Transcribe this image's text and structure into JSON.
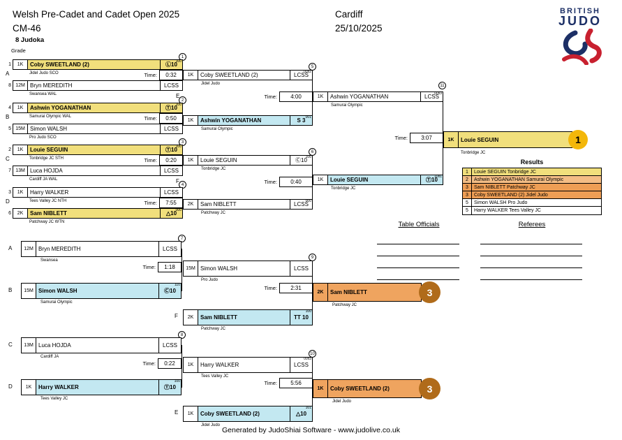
{
  "header": {
    "title": "Welsh Pre-Cadet and Cadet Open 2025",
    "category": "CM-46",
    "city": "Cardiff",
    "date": "25/10/2025",
    "count": "8 Judoka",
    "grade": "Grade"
  },
  "logo": {
    "top": "BRITISH",
    "bottom": "JUDO"
  },
  "tl": "Time:",
  "seeds": [
    "1",
    "8",
    "4",
    "5",
    "2",
    "7",
    "3",
    "6"
  ],
  "letters": [
    "A",
    "B",
    "C",
    "D",
    "E",
    "F",
    "A",
    "B",
    "F",
    "C",
    "D",
    "E"
  ],
  "nums": [
    "1",
    "2",
    "3",
    "4",
    "5",
    "6",
    "11",
    "7",
    "9",
    "8",
    "10"
  ],
  "times": [
    "0:32",
    "0:50",
    "0:20",
    "7:55",
    "4:00",
    "0:40",
    "3:07",
    "1:18",
    "2:31",
    "0:22",
    "5:56"
  ],
  "slots": [
    {
      "w": "1K",
      "n": "Coby SWEETLAND (2)",
      "s": "Ⓛ10",
      "x": "100",
      "c": "Jidel Judo SCO"
    },
    {
      "w": "12M",
      "n": "Bryn MEREDITH",
      "s": "LCSS",
      "x": "",
      "c": "Swansea WAL"
    },
    {
      "w": "1K",
      "n": "Ashwin YOGANATHAN",
      "s": "Ⓣ10",
      "x": "100",
      "c": "Samurai Olympic WAL"
    },
    {
      "w": "15M",
      "n": "Simon WALSH",
      "s": "LCSS",
      "x": "",
      "c": "Pro Judo SCO"
    },
    {
      "w": "1K",
      "n": "Louie SEGUIN",
      "s": "Ⓣ10",
      "x": "100",
      "c": "Tonbridge JC STH"
    },
    {
      "w": "13M",
      "n": "Luca HOJDA",
      "s": "LCSS",
      "x": "",
      "c": "Cardiff JA WAL"
    },
    {
      "w": "1K",
      "n": "Harry WALKER",
      "s": "LCSS",
      "x": "",
      "c": "Tees Valley JC NTH"
    },
    {
      "w": "2K",
      "n": "Sam NIBLETT",
      "s": "△10",
      "x": "000",
      "c": "Patchway JC WTN"
    },
    {
      "w": "1K",
      "n": "Coby SWEETLAND (2)",
      "s": "LCSS",
      "x": "00x2",
      "c": "Jidel Judo"
    },
    {
      "w": "1K",
      "n": "Ashwin YOGANATHAN",
      "s": "S 3",
      "x": "001",
      "c": "Samurai Olympic"
    },
    {
      "w": "1K",
      "n": "Louie SEGUIN",
      "s": "Ⓒ10",
      "x": "100",
      "c": "Tonbridge JC"
    },
    {
      "w": "2K",
      "n": "Sam NIBLETT",
      "s": "LCSS",
      "x": "000",
      "c": "Patchway JC"
    },
    {
      "w": "1K",
      "n": "Ashwin YOGANATHAN",
      "s": "LCSS",
      "x": "00x3",
      "c": "Samurai Olympic"
    },
    {
      "w": "1K",
      "n": "Louie SEGUIN",
      "s": "Ⓣ10",
      "x": "10x1",
      "c": "Tonbridge JC"
    },
    {
      "w": "12M",
      "n": "Bryn MEREDITH",
      "s": "LCSS",
      "x": "",
      "c": "Swansea"
    },
    {
      "w": "15M",
      "n": "Simon WALSH",
      "s": "Ⓒ10",
      "x": "110",
      "c": "Samurai Olympic"
    },
    {
      "w": "15M",
      "n": "Simon WALSH",
      "s": "LCSS",
      "x": "",
      "c": "Pro Judo"
    },
    {
      "w": "2K",
      "n": "Sam NIBLETT",
      "s": "TT 10",
      "x": "100",
      "c": "Patchway JC"
    },
    {
      "w": "13M",
      "n": "Luca HOJDA",
      "s": "LCSS",
      "x": "",
      "c": "Cardiff JA"
    },
    {
      "w": "1K",
      "n": "Harry WALKER",
      "s": "Ⓣ10",
      "x": "100",
      "c": "Tees Valley JC"
    },
    {
      "w": "1K",
      "n": "Harry WALKER",
      "s": "LCSS",
      "x": "00x3",
      "c": "Tees Valley JC"
    },
    {
      "w": "1K",
      "n": "Coby SWEETLAND (2)",
      "s": "△10",
      "x": "101",
      "c": "Jidel Judo"
    }
  ],
  "champion": {
    "w": "1K",
    "n": "Louie SEGUIN",
    "c": "Tonbridge JC",
    "medal": "1"
  },
  "bronze": [
    {
      "w": "2K",
      "n": "Sam NIBLETT",
      "c": "Patchway JC",
      "medal": "3"
    },
    {
      "w": "1K",
      "n": "Coby SWEETLAND (2)",
      "c": "Jidel Judo",
      "medal": "3"
    }
  ],
  "results": {
    "title": "Results",
    "rows": [
      {
        "pos": "1",
        "name": "Louie SEGUIN Tonbridge JC"
      },
      {
        "pos": "2",
        "name": "Ashwin YOGANATHAN Samurai Olympic"
      },
      {
        "pos": "3",
        "name": "Sam NIBLETT Patchway JC"
      },
      {
        "pos": "3",
        "name": "Coby SWEETLAND (2) Jidel Judo"
      },
      {
        "pos": "5",
        "name": "Simon WALSH Pro Judo"
      },
      {
        "pos": "5",
        "name": "Harry WALKER Tees Valley JC"
      }
    ]
  },
  "officials": {
    "left": "Table Officials",
    "right": "Referees"
  },
  "footer": "Generated by JudoShiai Software - www.judolive.co.uk"
}
